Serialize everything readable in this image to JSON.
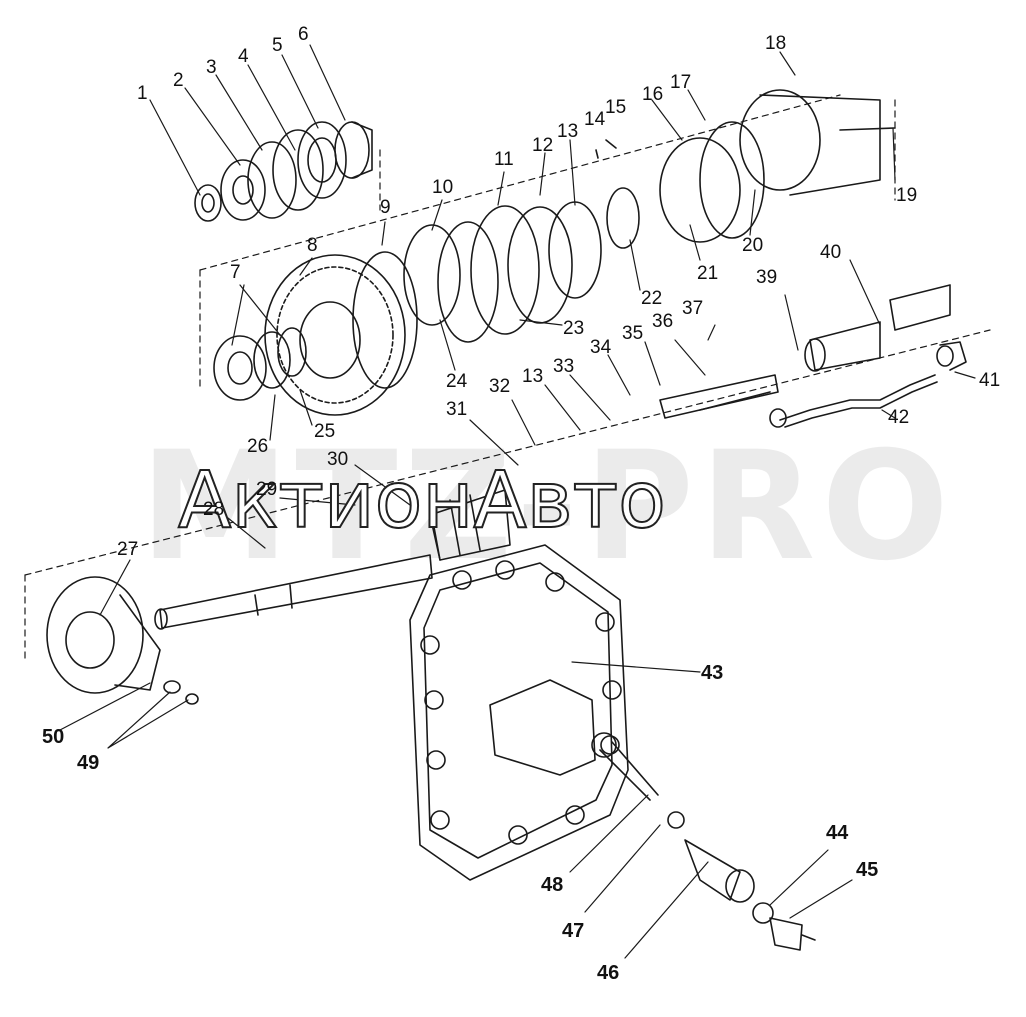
{
  "watermark": {
    "logo_text": "MTZ-PRO",
    "brand_text": "АктионАвто"
  },
  "callouts": {
    "n1": "1",
    "n2": "2",
    "n3": "3",
    "n4": "4",
    "n5": "5",
    "n6": "6",
    "n7": "7",
    "n8": "8",
    "n9": "9",
    "n10": "10",
    "n11": "11",
    "n12": "12",
    "n13a": "13",
    "n13b": "13",
    "n14": "14",
    "n15": "15",
    "n16": "16",
    "n17": "17",
    "n18": "18",
    "n19": "19",
    "n20": "20",
    "n21": "21",
    "n22": "22",
    "n23": "23",
    "n24": "24",
    "n25": "25",
    "n26": "26",
    "n27": "27",
    "n28": "28",
    "n29": "29",
    "n30": "30",
    "n31": "31",
    "n32": "32",
    "n33": "33",
    "n34": "34",
    "n35": "35",
    "n36": "36",
    "n37": "37",
    "n39": "39",
    "n40": "40",
    "n41": "41",
    "n42": "42",
    "n43": "43",
    "n44": "44",
    "n45": "45",
    "n46": "46",
    "n47": "47",
    "n48": "48",
    "n49": "49",
    "n50": "50"
  }
}
